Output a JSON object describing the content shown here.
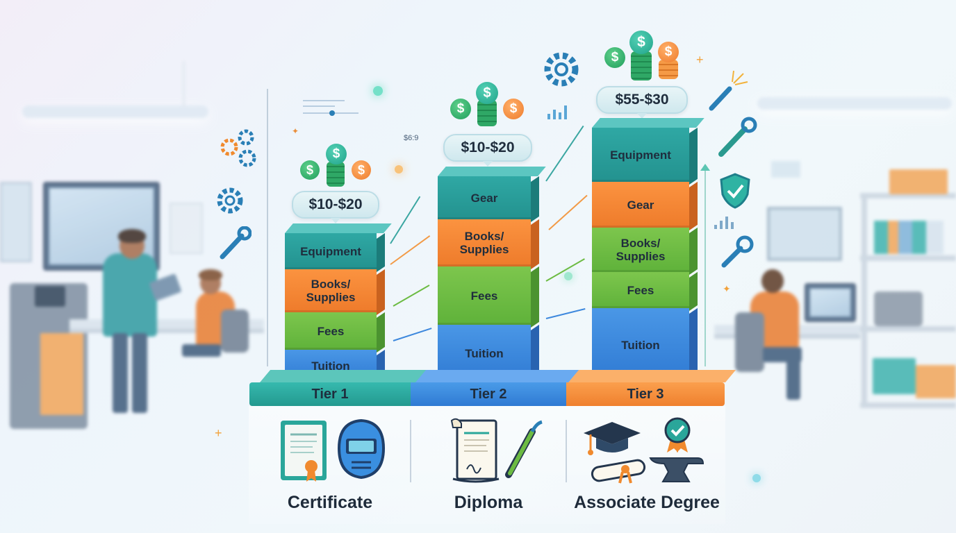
{
  "tiers": [
    {
      "tier_label": "Tier 1",
      "price_tag": "$10-$20",
      "blocks": [
        "Equipment",
        "Books/ Supplies",
        "Fees",
        "Tuition"
      ],
      "credential": "Certificate",
      "credential_icons": [
        "certificate-icon",
        "welding-helmet-icon"
      ]
    },
    {
      "tier_label": "Tier 2",
      "price_tag": "$10-$20",
      "blocks": [
        "Gear",
        "Books/ Supplies",
        "Fees",
        "Tuition"
      ],
      "credential": "Diploma",
      "credential_icons": [
        "diploma-scroll-icon",
        "welding-torch-icon"
      ]
    },
    {
      "tier_label": "Tier 3",
      "price_tag": "$55-$30",
      "blocks": [
        "Equipment",
        "Gear",
        "Books/ Supplies",
        "Fees",
        "Tuition"
      ],
      "credential": "Associate Degree",
      "credential_icons": [
        "graduation-cap-icon",
        "award-ribbon-icon",
        "rolled-diploma-icon",
        "anvil-icon"
      ]
    }
  ],
  "annotations": {
    "small_label": "$6:9"
  },
  "colors": {
    "teal": "#2fa8a4",
    "orange": "#f58a36",
    "green": "#6cbb42",
    "blue": "#3d88dd",
    "tier1_base": "#2fb0a6",
    "tier2_base": "#3f8fe0",
    "tier3_base": "#f7913c"
  },
  "decorative_icons": [
    "gear-icon",
    "wrench-icon",
    "shield-check-icon",
    "welding-torch-icon",
    "bar-chart-icon"
  ]
}
